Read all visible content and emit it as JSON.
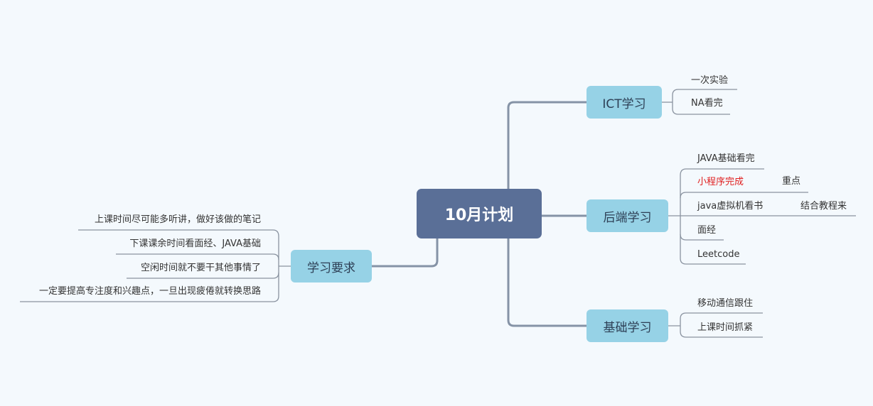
{
  "mindmap": {
    "root": {
      "label": "10月计划"
    },
    "branches": [
      {
        "id": "ict",
        "label": "ICT学习",
        "children": [
          {
            "label": "一次实验"
          },
          {
            "label": "NA看完"
          }
        ]
      },
      {
        "id": "backend",
        "label": "后端学习",
        "children": [
          {
            "label": "JAVA基础看完"
          },
          {
            "label": "小程序完成",
            "highlight": true,
            "highlight_color": "#e02020",
            "children": [
              {
                "label": "重点"
              }
            ]
          },
          {
            "label": "java虚拟机看书",
            "children": [
              {
                "label": "结合教程来"
              }
            ]
          },
          {
            "label": "面经"
          },
          {
            "label": "Leetcode"
          }
        ]
      },
      {
        "id": "basic",
        "label": "基础学习",
        "children": [
          {
            "label": "移动通信跟住"
          },
          {
            "label": "上课时间抓紧"
          }
        ]
      },
      {
        "id": "requirements",
        "label": "学习要求",
        "children": [
          {
            "label": "上课时间尽可能多听讲，做好该做的笔记"
          },
          {
            "label": "下课课余时间看面经、JAVA基础"
          },
          {
            "label": "空闲时间就不要干其他事情了"
          },
          {
            "label": "一定要提高专注度和兴趣点，一旦出现疲倦就转换思路"
          }
        ]
      }
    ],
    "colors": {
      "background": "#f4f9fd",
      "root_fill": "#5a6f97",
      "branch_fill": "#96d2e6",
      "main_connector": "#8593a6",
      "leaf_connector": "#8a93a0"
    }
  }
}
